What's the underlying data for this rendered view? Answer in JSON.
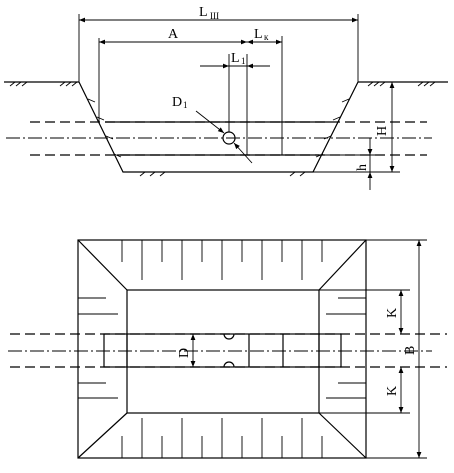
{
  "section_view": {
    "labels": {
      "l_sh_main": "L",
      "l_sh_sub": "Ш",
      "a": "A",
      "l_k_main": "L",
      "l_k_sub": "к",
      "l1_main": "L",
      "l1_sub": "1",
      "d1_main": "D",
      "d1_sub": "1",
      "h_upper": "H",
      "h_lower": "h"
    }
  },
  "plan_view": {
    "labels": {
      "d": "D",
      "k_top": "K",
      "k_bottom": "K",
      "b": "B"
    }
  }
}
